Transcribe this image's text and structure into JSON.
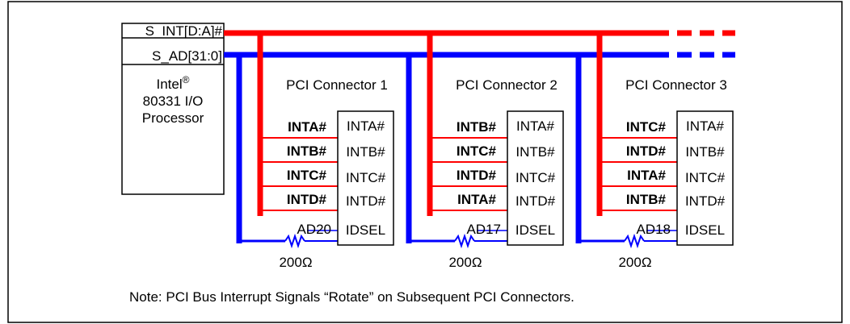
{
  "processor": {
    "int_signal_label": "S_INT[D:A]#",
    "ad_signal_label": "S_AD[31:0]",
    "name_line1": "Intel",
    "name_trademark": "®",
    "name_line2": "80331 I/O",
    "name_line3": "Processor"
  },
  "connectors": [
    {
      "title": "PCI Connector 1",
      "bus_inputs": [
        "INTA#",
        "INTB#",
        "INTC#",
        "INTD#"
      ],
      "pins": [
        "INTA#",
        "INTB#",
        "INTC#",
        "INTD#",
        "IDSEL"
      ],
      "ad_line": "AD20",
      "resistor": "200Ω"
    },
    {
      "title": "PCI Connector 2",
      "bus_inputs": [
        "INTB#",
        "INTC#",
        "INTD#",
        "INTA#"
      ],
      "pins": [
        "INTA#",
        "INTB#",
        "INTC#",
        "INTD#",
        "IDSEL"
      ],
      "ad_line": "AD17",
      "resistor": "200Ω"
    },
    {
      "title": "PCI Connector 3",
      "bus_inputs": [
        "INTC#",
        "INTD#",
        "INTA#",
        "INTB#"
      ],
      "pins": [
        "INTA#",
        "INTB#",
        "INTC#",
        "INTD#",
        "IDSEL"
      ],
      "ad_line": "AD18",
      "resistor": "200Ω"
    }
  ],
  "note": "Note: PCI Bus Interrupt Signals “Rotate” on Subsequent PCI Connectors.",
  "colors": {
    "interrupt_bus": "#ff0000",
    "address_bus": "#0000ff",
    "outline": "#000000"
  }
}
